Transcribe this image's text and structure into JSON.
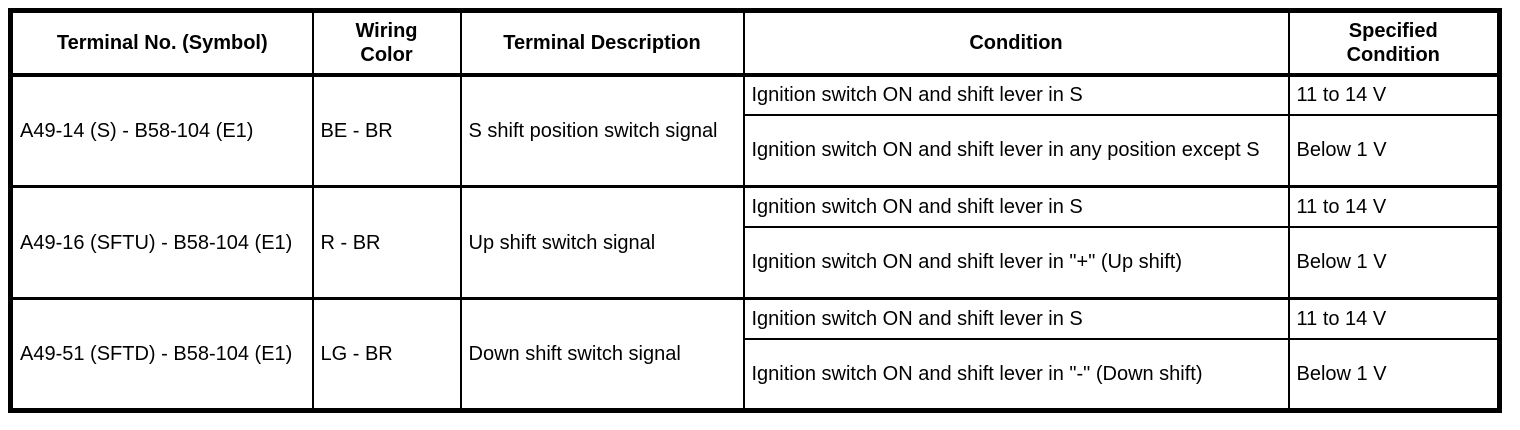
{
  "table": {
    "headers": [
      "Terminal No. (Symbol)",
      "Wiring\nColor",
      "Terminal Description",
      "Condition",
      "Specified\nCondition"
    ],
    "rows": [
      {
        "terminal": "A49-14 (S) - B58-104 (E1)",
        "wiring_color": "BE - BR",
        "description": "S shift position switch signal",
        "conditions": [
          {
            "condition": "Ignition switch ON and shift lever in S",
            "specified": "11 to 14 V"
          },
          {
            "condition": "Ignition switch ON and shift lever in any position except S",
            "specified": "Below 1 V"
          }
        ]
      },
      {
        "terminal": "A49-16 (SFTU) - B58-104 (E1)",
        "wiring_color": "R - BR",
        "description": "Up shift switch signal",
        "conditions": [
          {
            "condition": "Ignition switch ON and shift lever in S",
            "specified": "11 to 14 V"
          },
          {
            "condition": "Ignition switch ON and shift lever in \"+\" (Up shift)",
            "specified": "Below 1 V"
          }
        ]
      },
      {
        "terminal": "A49-51 (SFTD) - B58-104 (E1)",
        "wiring_color": "LG - BR",
        "description": "Down shift switch signal",
        "conditions": [
          {
            "condition": "Ignition switch ON and shift lever in S",
            "specified": "11 to 14 V"
          },
          {
            "condition": "Ignition switch ON and shift lever in \"-\" (Down shift)",
            "specified": "Below 1 V"
          }
        ]
      }
    ]
  },
  "colors": {
    "border": "#000000",
    "background": "#ffffff",
    "text": "#000000"
  }
}
